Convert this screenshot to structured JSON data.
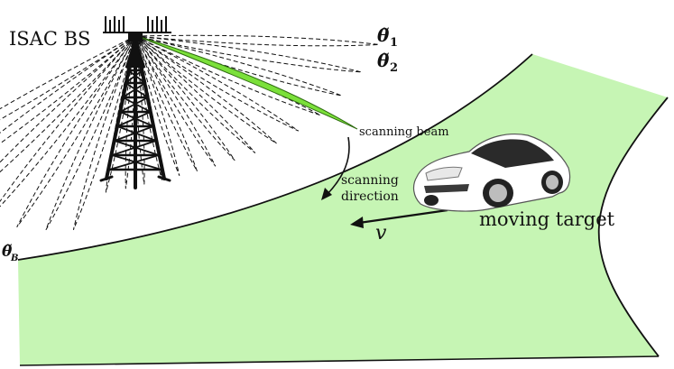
{
  "labels": {
    "bs": "ISAC BS",
    "theta1": "θ̃",
    "theta1_sub": "1",
    "theta2": "θ̃",
    "theta2_sub": "2",
    "thetaB": "θ̃",
    "thetaB_sub": "B",
    "scanning_beam": "scanning beam",
    "scanning_direction_1": "scanning",
    "scanning_direction_2": "direction",
    "velocity": "v",
    "moving_target": "moving target"
  },
  "colors": {
    "road": "#c6f5b4",
    "beam_highlight": "#7be03a",
    "ink": "#111111",
    "car_body": "#ffffff",
    "car_glass": "#2a2a2a"
  },
  "icons": {
    "tower": "lattice-tower-icon",
    "antenna": "antenna-array-icon",
    "car": "car-icon"
  }
}
